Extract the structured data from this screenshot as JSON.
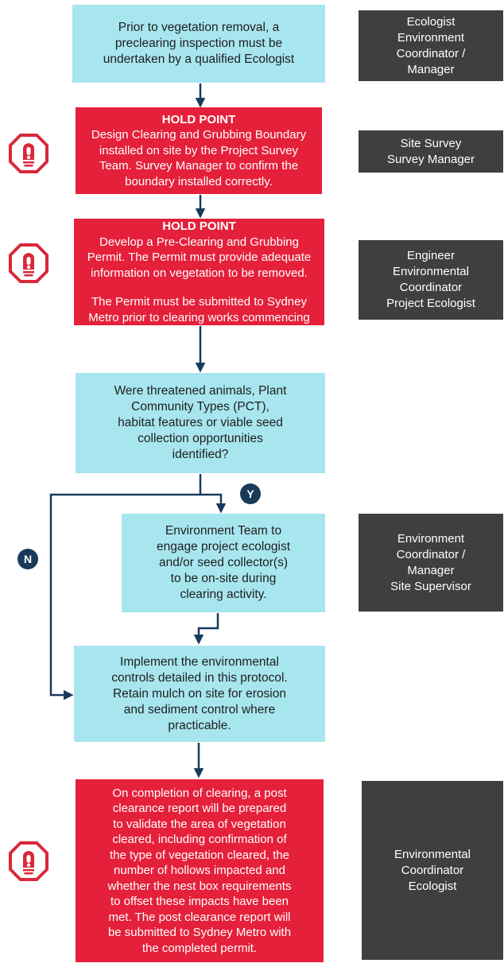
{
  "steps": {
    "inspection": [
      "Prior to vegetation removal, a",
      "preclearing inspection must be",
      "undertaken by a qualified Ecologist"
    ],
    "boundary": {
      "hold": "HOLD POINT",
      "lines": [
        "Design Clearing and Grubbing Boundary",
        "installed on site by the Project Survey",
        "Team. Survey Manager to confirm the",
        "boundary installed correctly."
      ]
    },
    "permit": {
      "hold": "HOLD POINT",
      "lines": [
        "Develop a Pre-Clearing and Grubbing",
        "Permit. The Permit must provide adequate",
        "information on vegetation to be removed."
      ],
      "lines2": [
        "The Permit must be submitted to Sydney",
        "Metro prior to clearing works commencing"
      ]
    },
    "decision": [
      "Were threatened animals, Plant",
      "Community Types (PCT),",
      "habitat features or viable seed",
      "collection opportunities",
      "identified?"
    ],
    "engage": [
      "Environment Team to",
      "engage project ecologist",
      "and/or seed collector(s)",
      "to be on-site during",
      "clearing activity."
    ],
    "implement": [
      "Implement the environmental",
      "controls detailed in this protocol.",
      "Retain mulch on site for erosion",
      "and sediment control where",
      "practicable."
    ],
    "report": [
      "On completion of clearing, a post",
      "clearance report will be prepared",
      "to validate the area of vegetation",
      "cleared, including confirmation of",
      "the type of vegetation cleared, the",
      "number of hollows impacted and",
      "whether the nest box requirements",
      "to offset these impacts have been",
      "met. The post clearance report will",
      "be submitted to Sydney Metro with",
      "the completed permit."
    ]
  },
  "roles": {
    "inspection": [
      "Ecologist",
      "Environment",
      "Coordinator /",
      "Manager"
    ],
    "boundary": [
      "Site Survey",
      "Survey Manager"
    ],
    "permit": [
      "Engineer",
      "Environmental",
      "Coordinator",
      "Project Ecologist"
    ],
    "engage": [
      "Environment",
      "Coordinator /",
      "Manager",
      "Site Supervisor"
    ],
    "report": [
      "Environmental",
      "Coordinator",
      "Ecologist"
    ]
  },
  "branches": {
    "yes": "Y",
    "no": "N"
  },
  "icons": {
    "hold_point": "stop-hand-icon"
  },
  "colors": {
    "step": "#a8e6ef",
    "hold_point": "#e5203a",
    "role": "#3f3f3f",
    "connector": "#1a3a5a",
    "icon_red": "#d9283a"
  }
}
